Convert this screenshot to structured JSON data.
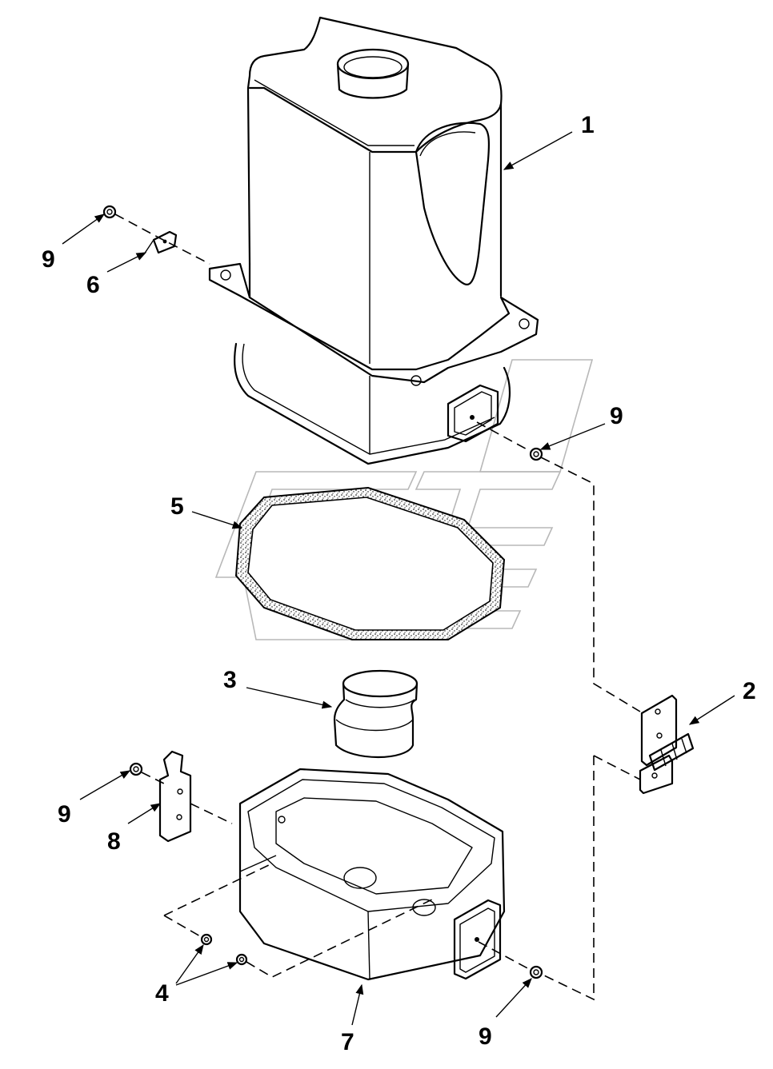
{
  "callouts": [
    {
      "id": "c1",
      "text": "1"
    },
    {
      "id": "c2",
      "text": "2"
    },
    {
      "id": "c3",
      "text": "3"
    },
    {
      "id": "c4",
      "text": "4"
    },
    {
      "id": "c5",
      "text": "5"
    },
    {
      "id": "c6",
      "text": "6"
    },
    {
      "id": "c7",
      "text": "7"
    },
    {
      "id": "c8",
      "text": "8"
    },
    {
      "id": "c9a",
      "text": "9"
    },
    {
      "id": "c9b",
      "text": "9"
    },
    {
      "id": "c9c",
      "text": "9"
    },
    {
      "id": "c9d",
      "text": "9"
    }
  ]
}
